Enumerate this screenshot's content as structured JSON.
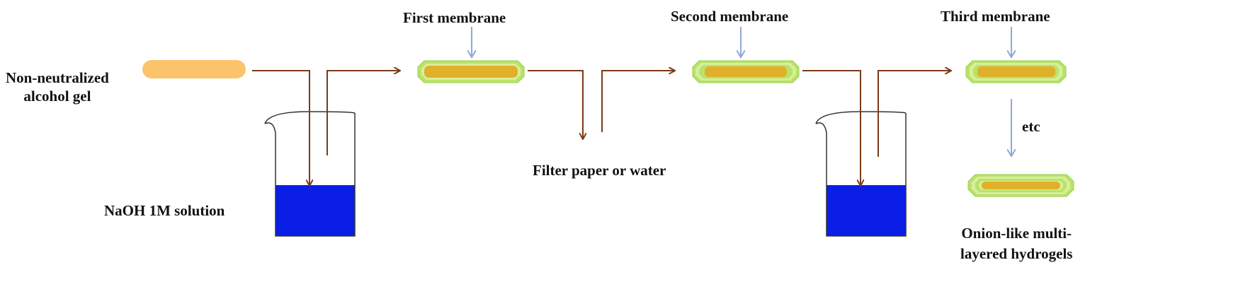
{
  "labels": {
    "gel": "Non-neutralized\nalcohol gel",
    "naoh": "NaOH 1M solution",
    "first": "First membrane",
    "second": "Second membrane",
    "third": "Third membrane",
    "filter": "Filter paper or water",
    "etc": "etc",
    "onion": "Onion-like multi-\nlayered hydrogels"
  },
  "colors": {
    "gel": "#fbc46a",
    "membrane_outer": "#b8e36a",
    "membrane_inner": "#d8ee9a",
    "core": "#e0b02a",
    "arrow_flow": "#7a3b18",
    "arrow_step": "#8fa8d6",
    "solution": "#0a1ee6"
  }
}
